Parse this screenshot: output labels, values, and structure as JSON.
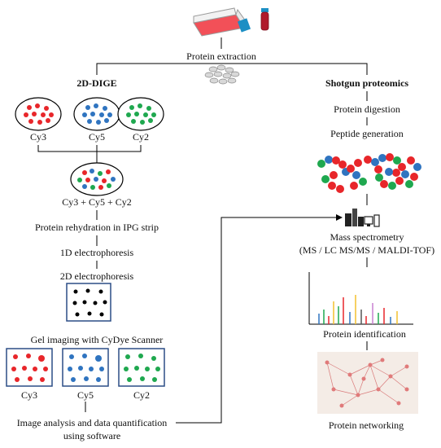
{
  "top": {
    "protein_extraction": "Protein extraction"
  },
  "left": {
    "title": "2D-DIGE",
    "dye1": "Cy3",
    "dye2": "Cy5",
    "dye3": "Cy2",
    "mix": "Cy3 + Cy5 + Cy2",
    "step_rehydration": "Protein rehydration in IPG strip",
    "step_1d": "1D electrophoresis",
    "step_2d": "2D electrophoresis",
    "step_imaging": "Gel imaging  with CyDye Scanner",
    "gel_cy3": "Cy3",
    "gel_cy5": "Cy5",
    "gel_cy2": "Cy2",
    "analysis_line1": "Image analysis and data quantification",
    "analysis_line2": "using software"
  },
  "right": {
    "title": "Shotgun proteomics",
    "step_digestion": "Protein digestion",
    "step_peptide": "Peptide generation",
    "step_ms_line1": "Mass spectrometry",
    "step_ms_line2": "(MS / LC MS/MS / MALDI-TOF)",
    "step_identification": "Protein identification",
    "step_networking": "Protein networking"
  },
  "colors": {
    "cy3": "#e8262a",
    "cy5": "#2f74c0",
    "cy2": "#1fa84f",
    "gel_border": "#2b4d86",
    "flask_red": "#f25058",
    "flask_cap": "#1c8fc4",
    "tube_red": "#b0192b"
  }
}
